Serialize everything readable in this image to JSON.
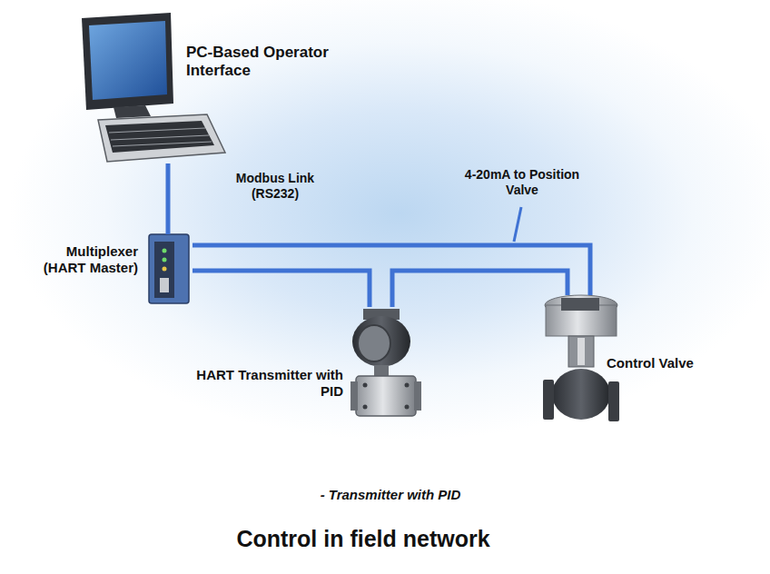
{
  "diagram": {
    "title": "Control in field network",
    "caption": "- Transmitter with PID",
    "nodes": [
      {
        "text": [
          "PC-Based Operator Interface"
        ]
      },
      {
        "text": [
          "Multiplexer (HART Master)"
        ]
      },
      {
        "text": [
          "HART Transmitter with PID"
        ]
      },
      {
        "text": [
          "Control Valve"
        ]
      }
    ],
    "edges": [
      {
        "from": 0,
        "to": 1,
        "label": "Modbus Link (RS232)",
        "arrow": "none"
      },
      {
        "from": 1,
        "to": 3,
        "label": "4-20mA to Position Valve",
        "arrow": "none"
      },
      {
        "from": 1,
        "to": 2,
        "arrow": "none"
      },
      {
        "from": 2,
        "to": 3,
        "arrow": "none"
      }
    ]
  }
}
